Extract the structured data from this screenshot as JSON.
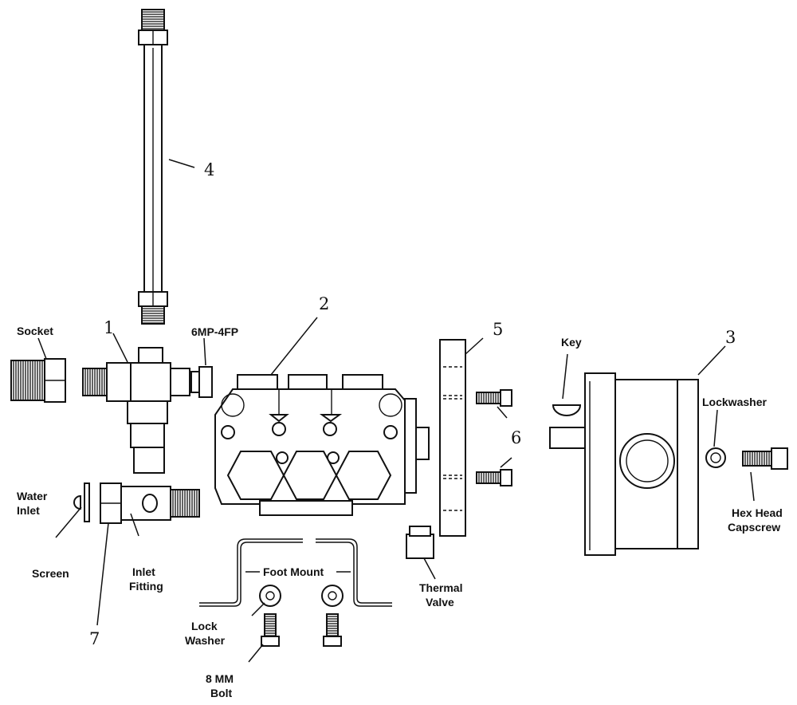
{
  "callouts": {
    "n1": "1",
    "n2": "2",
    "n3": "3",
    "n4": "4",
    "n5": "5",
    "n6": "6",
    "n7": "7"
  },
  "labels": {
    "socket": "Socket",
    "fitting_6mp": "6MP-4FP",
    "key": "Key",
    "lockwasher": "Lockwasher",
    "water_inlet": [
      "Water",
      "Inlet"
    ],
    "screen": "Screen",
    "inlet_fitting": [
      "Inlet",
      "Fitting"
    ],
    "foot_mount": "Foot Mount",
    "lock_washer": [
      "Lock",
      "Washer"
    ],
    "bolt_8mm": [
      "8 MM",
      "Bolt"
    ],
    "thermal_valve": [
      "Thermal",
      "Valve"
    ],
    "hex_head_capscrew": [
      "Hex Head",
      "Capscrew"
    ]
  }
}
